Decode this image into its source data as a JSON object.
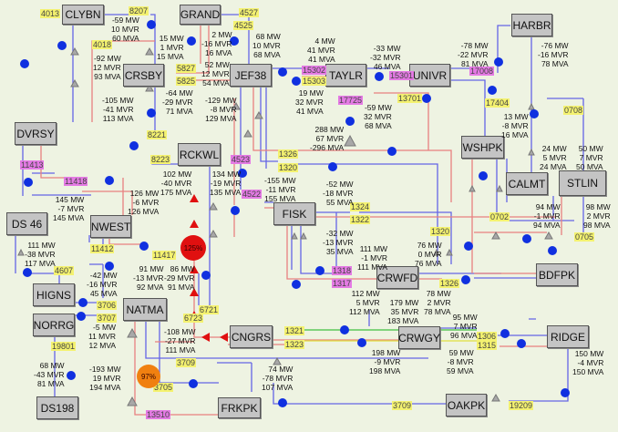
{
  "colors": {
    "bus": "#c4c4c4",
    "tag_yellow": "#f4f270",
    "tag_magenta": "#e47ae4",
    "line_blue": "#6464e6",
    "line_red": "#e88080",
    "overload": "#e01010",
    "warning": "#f08010",
    "breaker": "#1030e0"
  },
  "buses": [
    "CLYBN",
    "GRAND",
    "CRSBY",
    "JEF38",
    "TAYLR",
    "UNIVR",
    "HARBR",
    "DVRSY",
    "RCKWL",
    "WSHPK",
    "CALMT",
    "STLIN",
    "FISK",
    "DS 46",
    "NWEST",
    "CRWFD",
    "BDFPK",
    "HIGNS",
    "NATMA",
    "NORRG",
    "CNGRS",
    "CRWGY",
    "RIDGE",
    "FRKPK",
    "OAKPK",
    "DS198"
  ],
  "tags": [
    {
      "label": "4013",
      "color": "yellow"
    },
    {
      "label": "8207",
      "color": "yellow"
    },
    {
      "label": "4527",
      "color": "yellow"
    },
    {
      "label": "4525",
      "color": "yellow"
    },
    {
      "label": "4018",
      "color": "yellow"
    },
    {
      "label": "5827",
      "color": "yellow"
    },
    {
      "label": "5825",
      "color": "yellow"
    },
    {
      "label": "8221",
      "color": "yellow"
    },
    {
      "label": "8223",
      "color": "yellow"
    },
    {
      "label": "15302",
      "color": "magenta"
    },
    {
      "label": "15303",
      "color": "yellow"
    },
    {
      "label": "15301",
      "color": "magenta"
    },
    {
      "label": "17008",
      "color": "magenta"
    },
    {
      "label": "17725",
      "color": "magenta"
    },
    {
      "label": "13701",
      "color": "yellow"
    },
    {
      "label": "17404",
      "color": "yellow"
    },
    {
      "label": "0708",
      "color": "yellow"
    },
    {
      "label": "1326",
      "color": "yellow"
    },
    {
      "label": "1320",
      "color": "yellow"
    },
    {
      "label": "4523",
      "color": "magenta"
    },
    {
      "label": "4522",
      "color": "magenta"
    },
    {
      "label": "11413",
      "color": "magenta"
    },
    {
      "label": "11418",
      "color": "magenta"
    },
    {
      "label": "1324",
      "color": "yellow"
    },
    {
      "label": "1322",
      "color": "yellow"
    },
    {
      "label": "1320",
      "color": "yellow"
    },
    {
      "label": "0702",
      "color": "yellow"
    },
    {
      "label": "0705",
      "color": "yellow"
    },
    {
      "label": "11412",
      "color": "yellow"
    },
    {
      "label": "11417",
      "color": "yellow"
    },
    {
      "label": "4607",
      "color": "yellow"
    },
    {
      "label": "3706",
      "color": "yellow"
    },
    {
      "label": "3707",
      "color": "yellow"
    },
    {
      "label": "6721",
      "color": "yellow"
    },
    {
      "label": "6723",
      "color": "yellow"
    },
    {
      "label": "1318",
      "color": "magenta"
    },
    {
      "label": "1317",
      "color": "magenta"
    },
    {
      "label": "1326",
      "color": "yellow"
    },
    {
      "label": "1321",
      "color": "yellow"
    },
    {
      "label": "1323",
      "color": "yellow"
    },
    {
      "label": "1306",
      "color": "yellow"
    },
    {
      "label": "1315",
      "color": "yellow"
    },
    {
      "label": "19801",
      "color": "yellow"
    },
    {
      "label": "3709",
      "color": "yellow"
    },
    {
      "label": "3705",
      "color": "yellow"
    },
    {
      "label": "13510",
      "color": "magenta"
    },
    {
      "label": "3709",
      "color": "yellow"
    },
    {
      "label": "19209",
      "color": "yellow"
    }
  ],
  "flows": [
    "-59 MW\n10 MVR\n60 MVA",
    "15 MW\n1 MVR\n15 MVA",
    "2 MW\n-16 MVR\n16 MVA",
    "68 MW\n10 MVR\n68 MVA",
    "4 MW\n41 MVR\n41 MVA",
    "-33 MW\n-32 MVR\n46 MVA",
    "-78 MW\n-22 MVR\n81 MVA",
    "-76 MW\n-16 MVR\n78 MVA",
    "-92 MW\n12 MVR\n93 MVA",
    "52 MW\n12 MVR\n54 MVA",
    "19 MW\n32 MVR\n41 MVA",
    "-59 MW\n32 MVR\n68 MVA",
    "-105 MW\n-41 MVR\n113 MVA",
    "-64 MW\n-29 MVR\n71 MVA",
    "-129 MW\n-8 MVR\n129 MVA",
    "288 MW\n67 MVR\n-296 MVA",
    "13 MW\n-8 MVR\n16 MVA",
    "24 MW\n5 MVR\n24 MVA",
    "50 MW\n7 MVR\n50 MVA",
    "102 MW\n-40 MVR\n175 MVA",
    "134 MW\n-19 MVR\n135 MVA",
    "-155 MW\n-11 MVR\n155 MVA",
    "-52 MW\n-18 MVR\n55 MVA",
    "145 MW\n-7 MVR\n145 MVA",
    "126 MW\n-6 MVR\n126 MVA",
    "94 MW\n-1 MVR\n94 MVA",
    "98 MW\n2 MVR\n98 MVA",
    "111 MW\n-38 MVR\n117 MVA",
    "-32 MW\n-13 MVR\n35 MVA",
    "111 MW\n-1 MVR\n111 MVA",
    "76 MW\n0 MVR\n76 MVA",
    "-42 MW\n-16 MVR\n45 MVA",
    "91 MW\n-13 MVR\n92 MVA",
    "86 MW\n-29 MVR\n91 MVA",
    "112 MW\n5 MVR\n112 MVA",
    "179 MW\n35 MVR\n183 MVA",
    "78 MW\n2 MVR\n78 MVA",
    "95 MW\n7 MVR\n96 MVA",
    "-5 MW\n11 MVR\n12 MVA",
    "-108 MW\n-27 MVR\n111 MVA",
    "198 MW\n-9 MVR\n198 MVA",
    "59 MW\n-8 MVR\n59 MVA",
    "150 MW\n-4 MVR\n150 MVA",
    "68 MW\n-43 MVR\n81 MVA",
    "-193 MW\n19 MVR\n194 MVA",
    "74 MW\n-78 MVR\n107 MVA"
  ],
  "loading": [
    {
      "label": "125%",
      "value": 125,
      "status": "overload"
    },
    {
      "label": "97%",
      "value": 97,
      "status": "warning"
    }
  ]
}
